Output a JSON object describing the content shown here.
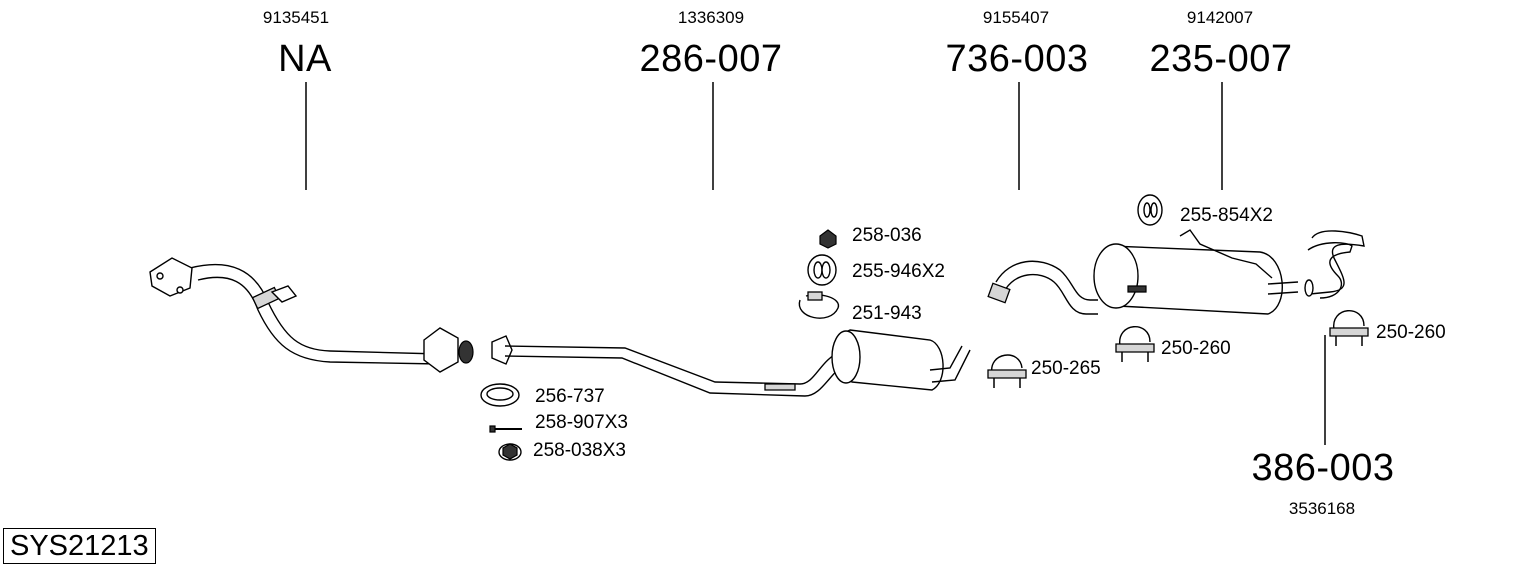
{
  "assembly_code": "SYS21213",
  "main_parts": [
    {
      "oem": "9135451",
      "part": "NA"
    },
    {
      "oem": "1336309",
      "part": "286-007"
    },
    {
      "oem": "9155407",
      "part": "736-003"
    },
    {
      "oem": "9142007",
      "part": "235-007"
    },
    {
      "oem": "3536168",
      "part": "386-003"
    }
  ],
  "accessories": [
    {
      "part": "258-036"
    },
    {
      "part": "255-946X2"
    },
    {
      "part": "251-943"
    },
    {
      "part": "255-854X2"
    },
    {
      "part": "256-737"
    },
    {
      "part": "258-907X3"
    },
    {
      "part": "258-038X3"
    },
    {
      "part": "250-265"
    },
    {
      "part": "250-260"
    },
    {
      "part": "250-260"
    }
  ]
}
